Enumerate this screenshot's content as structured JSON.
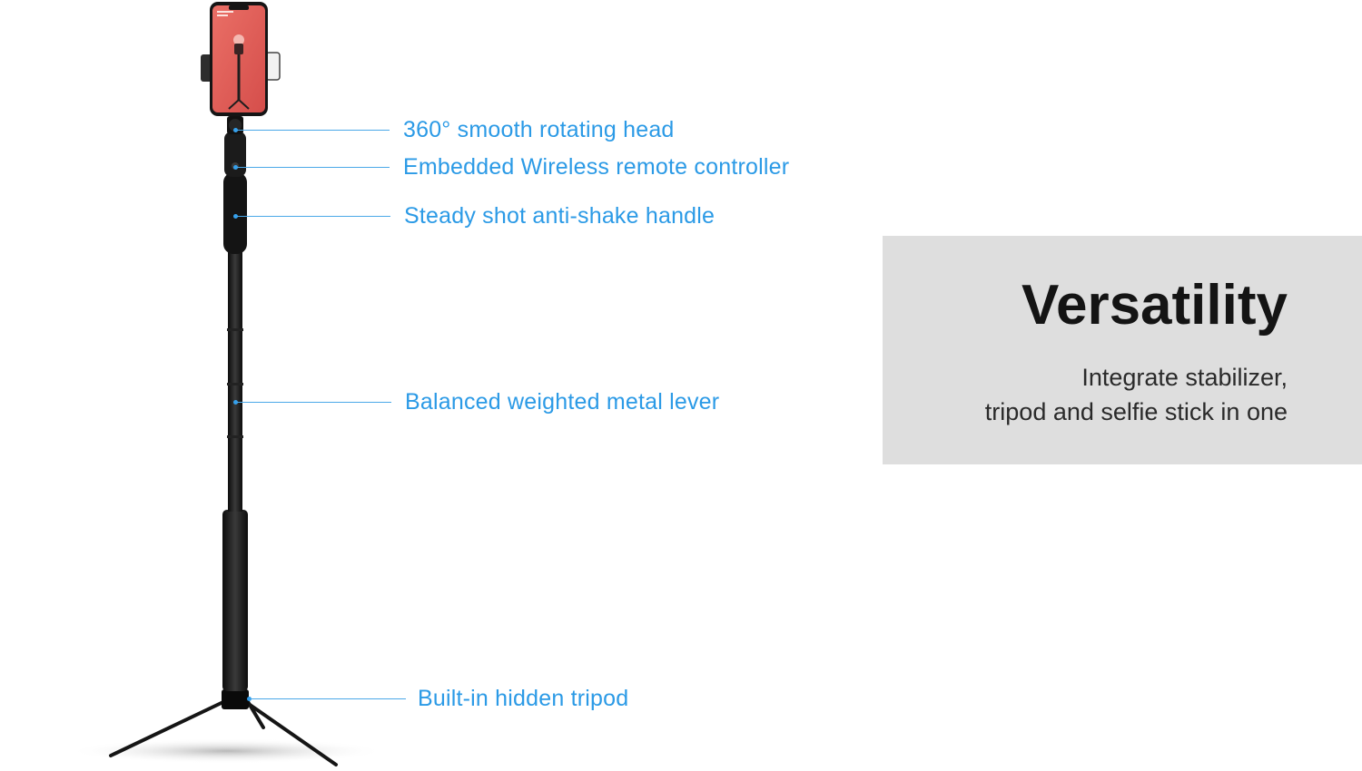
{
  "callouts": [
    {
      "key": "head",
      "label": "360° smooth rotating head"
    },
    {
      "key": "remote",
      "label": "Embedded Wireless remote controller"
    },
    {
      "key": "handle",
      "label": "Steady shot anti-shake handle"
    },
    {
      "key": "lever",
      "label": "Balanced weighted metal lever"
    },
    {
      "key": "tripod",
      "label": "Built-in hidden tripod"
    }
  ],
  "panel": {
    "title": "Versatility",
    "subtitle_line1": "Integrate stabilizer,",
    "subtitle_line2": "tripod and selfie stick in one"
  },
  "colors": {
    "callout_blue": "#2b9ae6",
    "panel_bg": "#dedede",
    "phone_screen": "#e0605a"
  },
  "icons": [
    "selfie-stick-tripod-illustration",
    "smartphone-illustration"
  ]
}
